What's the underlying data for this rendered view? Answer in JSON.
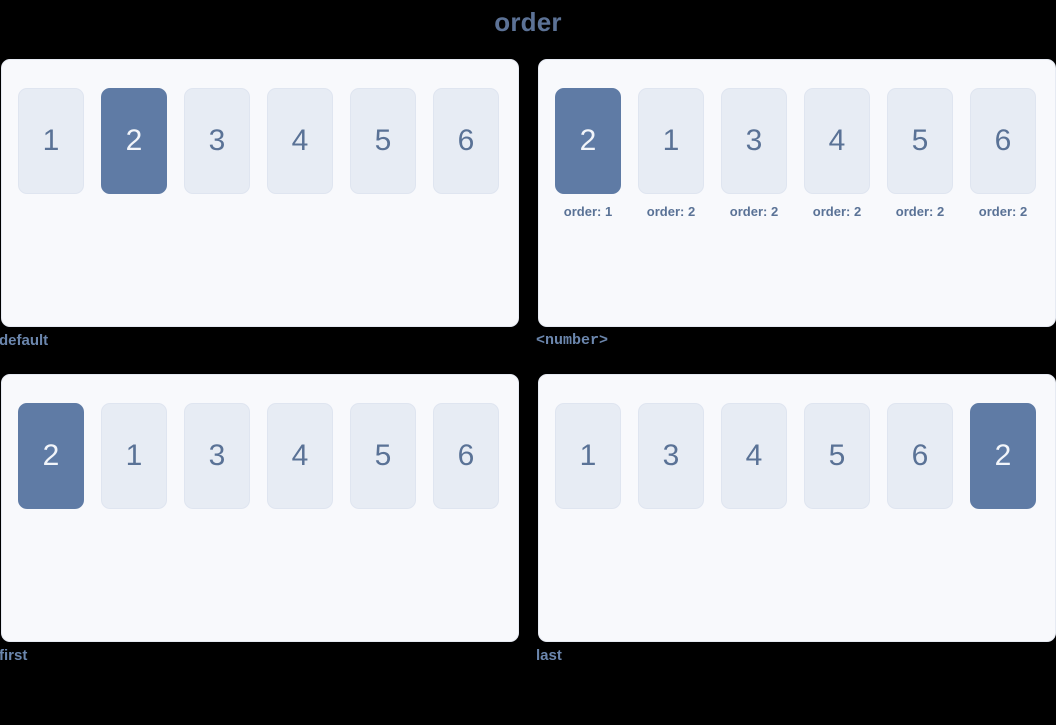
{
  "page": {
    "title": "order",
    "title_color": "#5c7296",
    "background": "#000000"
  },
  "theme": {
    "panel_bg": "#f8f9fc",
    "panel_border": "#e6eaf2",
    "item_bg": "#e7ecf4",
    "item_border": "#dfe5f0",
    "item_text": "#5a7296",
    "item_active_bg": "#5f7ba5",
    "item_active_text": "#f2f5fa",
    "label_color": "#6b86ad"
  },
  "panels": [
    {
      "id": "default",
      "label": "default",
      "label_mono": false,
      "show_notes": false,
      "items": [
        {
          "value": "1",
          "active": false,
          "note": ""
        },
        {
          "value": "2",
          "active": true,
          "note": ""
        },
        {
          "value": "3",
          "active": false,
          "note": ""
        },
        {
          "value": "4",
          "active": false,
          "note": ""
        },
        {
          "value": "5",
          "active": false,
          "note": ""
        },
        {
          "value": "6",
          "active": false,
          "note": ""
        }
      ]
    },
    {
      "id": "number",
      "label": "<number>",
      "label_mono": true,
      "show_notes": true,
      "items": [
        {
          "value": "2",
          "active": true,
          "note": "order: 1"
        },
        {
          "value": "1",
          "active": false,
          "note": "order: 2"
        },
        {
          "value": "3",
          "active": false,
          "note": "order: 2"
        },
        {
          "value": "4",
          "active": false,
          "note": "order: 2"
        },
        {
          "value": "5",
          "active": false,
          "note": "order: 2"
        },
        {
          "value": "6",
          "active": false,
          "note": "order: 2"
        }
      ]
    },
    {
      "id": "first",
      "label": "first",
      "label_mono": false,
      "show_notes": false,
      "items": [
        {
          "value": "2",
          "active": true,
          "note": ""
        },
        {
          "value": "1",
          "active": false,
          "note": ""
        },
        {
          "value": "3",
          "active": false,
          "note": ""
        },
        {
          "value": "4",
          "active": false,
          "note": ""
        },
        {
          "value": "5",
          "active": false,
          "note": ""
        },
        {
          "value": "6",
          "active": false,
          "note": ""
        }
      ]
    },
    {
      "id": "last",
      "label": "last",
      "label_mono": false,
      "show_notes": false,
      "items": [
        {
          "value": "1",
          "active": false,
          "note": ""
        },
        {
          "value": "3",
          "active": false,
          "note": ""
        },
        {
          "value": "4",
          "active": false,
          "note": ""
        },
        {
          "value": "5",
          "active": false,
          "note": ""
        },
        {
          "value": "6",
          "active": false,
          "note": ""
        },
        {
          "value": "2",
          "active": true,
          "note": ""
        }
      ]
    }
  ]
}
